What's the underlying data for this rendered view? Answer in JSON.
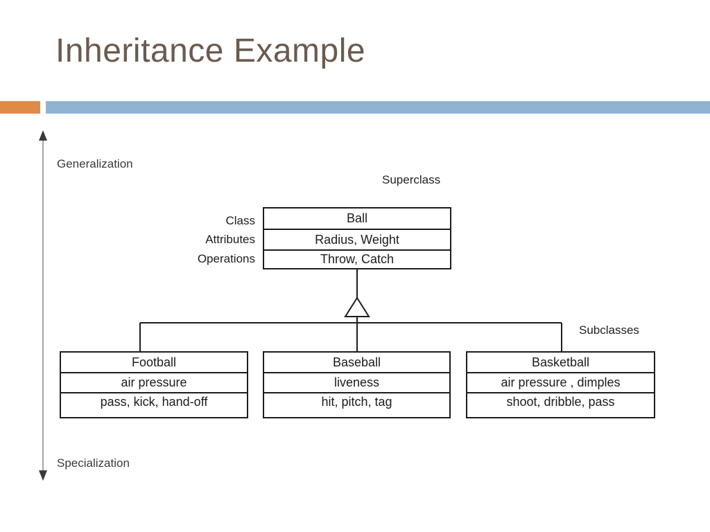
{
  "slide": {
    "title": "Inheritance Example",
    "title_color": "#6b5a4e",
    "accent_orange": "#e08a47",
    "accent_blue": "#8fb3d1",
    "background": "#ffffff"
  },
  "diagram": {
    "type": "uml-class-inheritance",
    "axis": {
      "top_label": "Generalization",
      "bottom_label": "Specialization",
      "line_color": "#a6a6a6"
    },
    "annotations": {
      "superclass_label": "Superclass",
      "subclasses_label": "Subclasses"
    },
    "row_labels": {
      "class": "Class",
      "attributes": "Attributes",
      "operations": "Operations"
    },
    "superclass": {
      "name": "Ball",
      "attributes": "Radius, Weight",
      "operations": "Throw, Catch"
    },
    "subclasses": [
      {
        "name": "Football",
        "attributes": "air pressure",
        "operations": "pass, kick, hand-off"
      },
      {
        "name": "Baseball",
        "attributes": "liveness",
        "operations": "hit, pitch, tag"
      },
      {
        "name": "Basketball",
        "attributes": "air pressure , dimples",
        "operations": "shoot, dribble, pass"
      }
    ]
  }
}
